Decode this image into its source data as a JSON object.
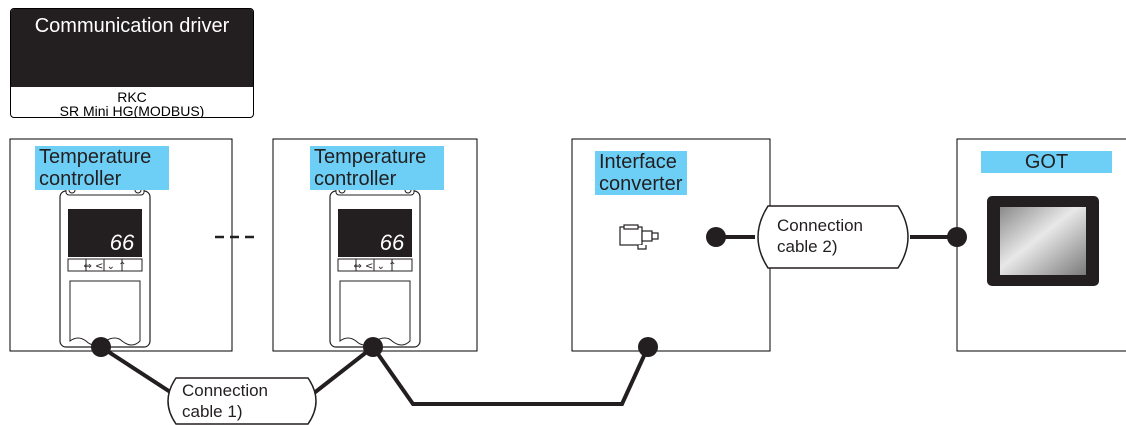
{
  "driver": {
    "title": "Communication driver",
    "maker": "RKC",
    "model": "SR Mini HG(MODBUS)"
  },
  "devices": {
    "controller1_label_line1": "Temperature",
    "controller1_label_line2": "controller",
    "controller2_label_line1": "Temperature",
    "controller2_label_line2": "controller",
    "display_value": "66",
    "converter_label_line1": "Interface",
    "converter_label_line2": "converter",
    "got_label": "GOT"
  },
  "cables": {
    "cable1_line1": "Connection",
    "cable1_line2": "cable 1)",
    "cable2_line1": "Connection",
    "cable2_line2": "cable 2)"
  },
  "colors": {
    "label_fill": "#6dcff6",
    "line": "#231f20",
    "header_fill": "#231f20"
  }
}
